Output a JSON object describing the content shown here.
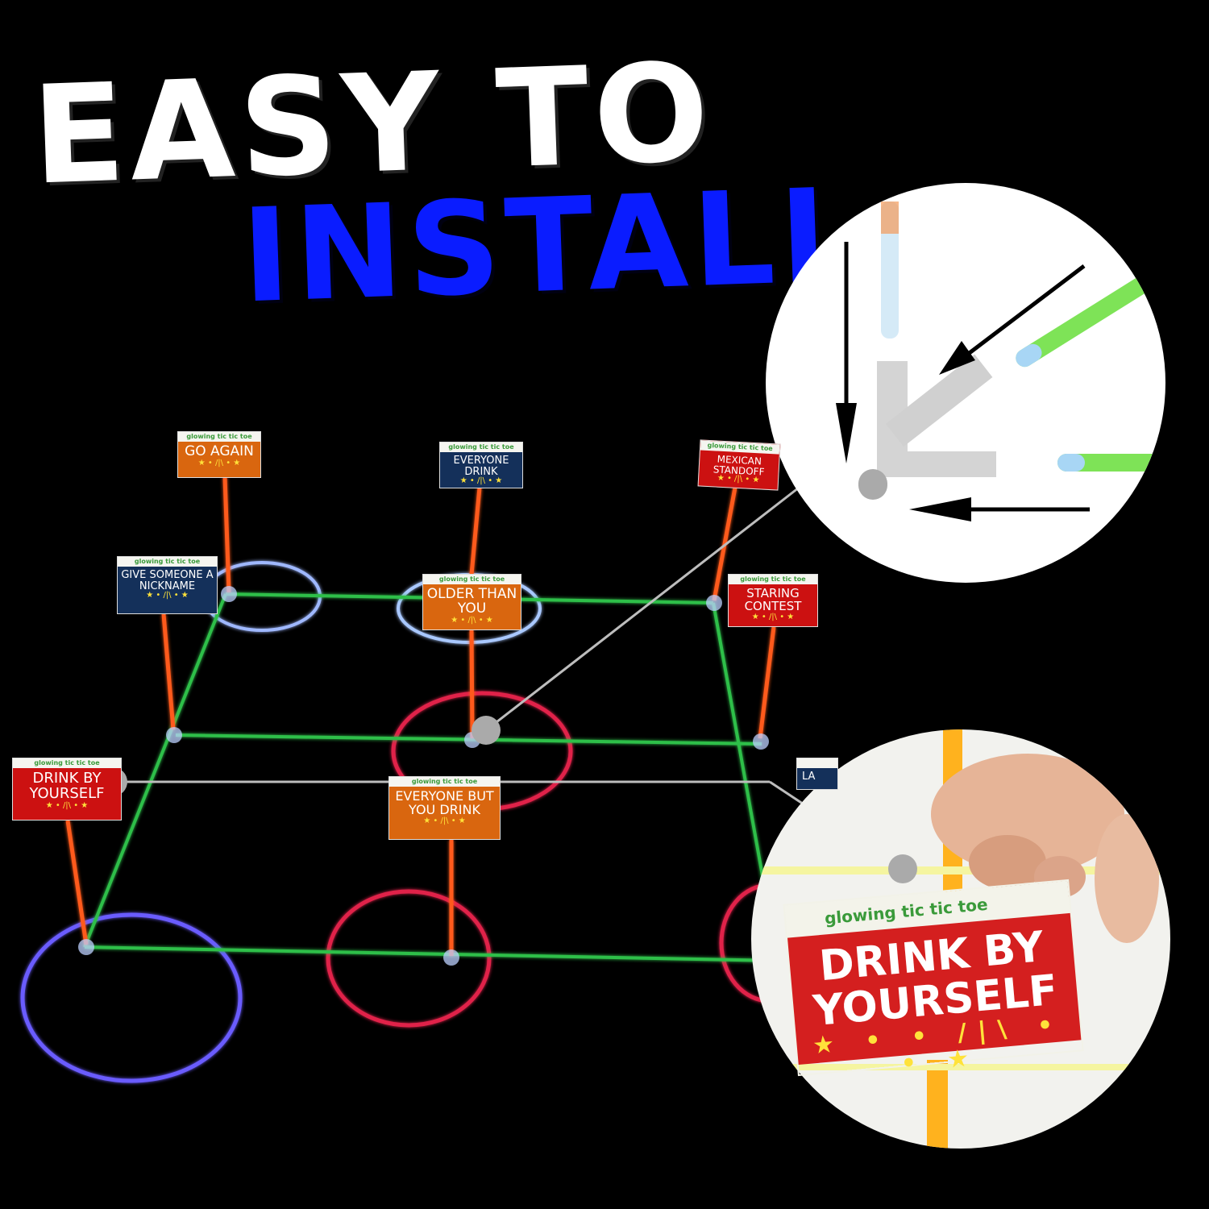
{
  "headline": {
    "line1": "EASY TO",
    "line2": "INSTALL"
  },
  "brand_strip": "glowing  tic tic toe",
  "signs": [
    {
      "text": "GO AGAIN"
    },
    {
      "text": "EVERYONE DRINK"
    },
    {
      "text": "MEXICAN STANDOFF"
    },
    {
      "text": "GIVE SOMEONE A NICKNAME"
    },
    {
      "text": "OLDER THAN YOU"
    },
    {
      "text": "STARING CONTEST"
    },
    {
      "text": "DRINK BY YOURSELF"
    },
    {
      "text": "EVERYONE BUT YOU DRINK"
    },
    {
      "text": "LA"
    }
  ],
  "zoom_sign": {
    "brand": "glowing  tic tic toe",
    "text": "DRINK BY YOURSELF",
    "stars": "★ • • /|\\ • • ★"
  },
  "sign_stars": "★ • /|\\ • ★",
  "colors": {
    "background": "#000000",
    "headline_white": "#ffffff",
    "headline_blue": "#0a1cff",
    "glow_green": "#2fbf4a",
    "glow_orange": "#ff5a1a",
    "ring_red": "#e0204a",
    "ring_blue": "#6a6cff",
    "ring_white": "#9fc0ff"
  },
  "icons": [
    "arrow-down-icon",
    "arrow-diagonal-icon",
    "arrow-left-icon",
    "connector-icon"
  ]
}
